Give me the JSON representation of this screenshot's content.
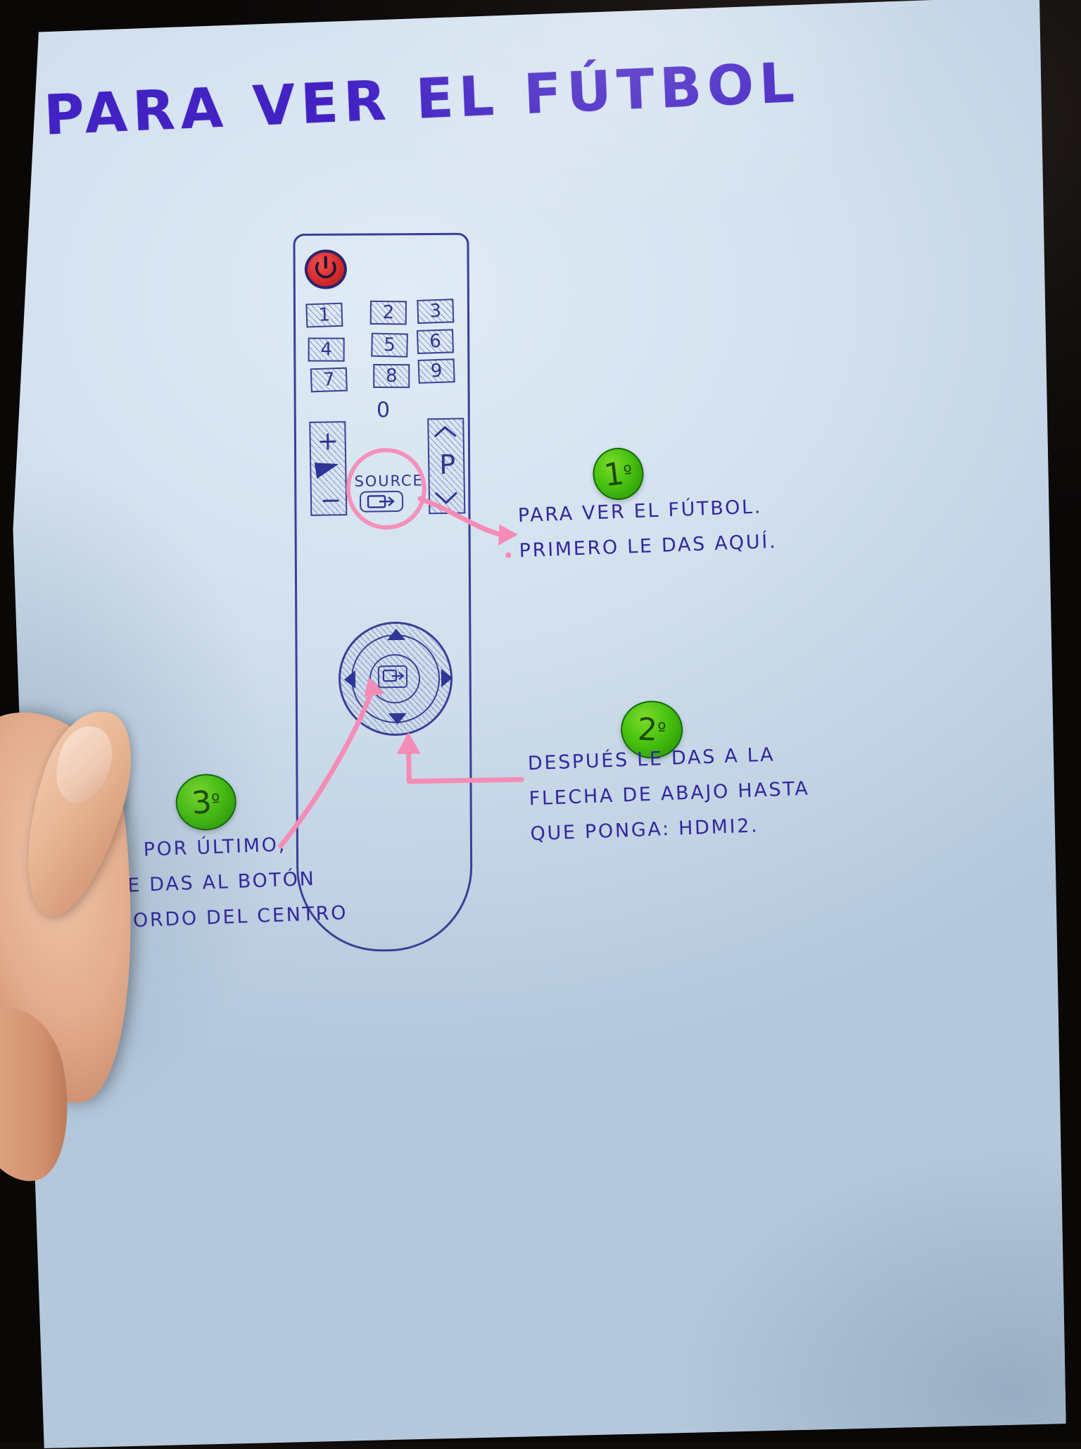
{
  "document": {
    "title": "PARA VER EL FÚTBOL",
    "medium": "handwritten note on paper photographed in hand",
    "ink_color": "#3b25b8",
    "highlight_color": "#f58cb6",
    "sticker_color": "#49c211",
    "power_button_color": "#d62b2b"
  },
  "remote": {
    "power_label": "power-symbol",
    "keypad": [
      {
        "label": "1"
      },
      {
        "label": "2"
      },
      {
        "label": "3"
      },
      {
        "label": "4"
      },
      {
        "label": "5"
      },
      {
        "label": "6"
      },
      {
        "label": "7"
      },
      {
        "label": "8"
      },
      {
        "label": "9"
      }
    ],
    "zero_label": "0",
    "volume": {
      "plus_label": "+",
      "minus_label": "−",
      "icon": "volume-wedge-icon"
    },
    "program": {
      "letter": "P",
      "up_icon": "chevron-up-icon",
      "down_icon": "chevron-down-icon"
    },
    "source": {
      "label": "SOURCE",
      "icon": "source-input-icon"
    },
    "dpad": {
      "up_icon": "triangle-up-icon",
      "down_icon": "triangle-down-icon",
      "left_icon": "triangle-left-icon",
      "right_icon": "triangle-right-icon",
      "center_icon": "enter-icon"
    }
  },
  "annotations": [
    {
      "id": "step-1",
      "sticker": "1",
      "sticker_ordinal": "º",
      "lines": [
        "PARA VER EL FÚTBOL.",
        "PRIMERO LE DAS AQUÍ."
      ],
      "arrow": "pink-arrow-to-source"
    },
    {
      "id": "step-2",
      "sticker": "2",
      "sticker_ordinal": "º",
      "lines": [
        "DESPUÉS LE DAS A LA",
        "FLECHA DE ABAJO HASTA",
        "QUE PONGA: HDMI2."
      ],
      "arrow": "pink-arrow-to-dpad-down"
    },
    {
      "id": "step-3",
      "sticker": "3",
      "sticker_ordinal": "º",
      "lines": [
        "POR ÚLTIMO,",
        "LE DAS AL BOTÓN",
        "GORDO DEL CENTRO"
      ],
      "arrow": "pink-arrow-to-dpad-center"
    }
  ]
}
